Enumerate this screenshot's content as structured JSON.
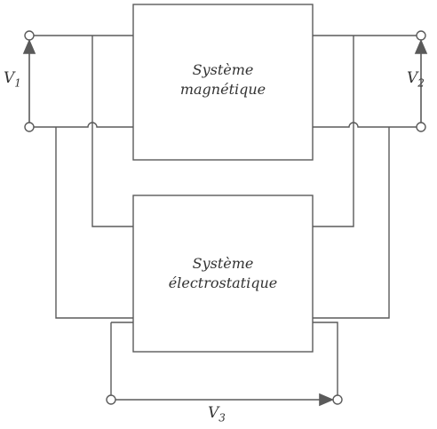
{
  "diagram": {
    "magnetic_box": {
      "line1": "Système",
      "line2": "magnétique"
    },
    "electrostatic_box": {
      "line1": "Système",
      "line2": "électrostatique"
    },
    "voltages": {
      "v1": "V1",
      "v2": "V2",
      "v3": "V3"
    }
  }
}
